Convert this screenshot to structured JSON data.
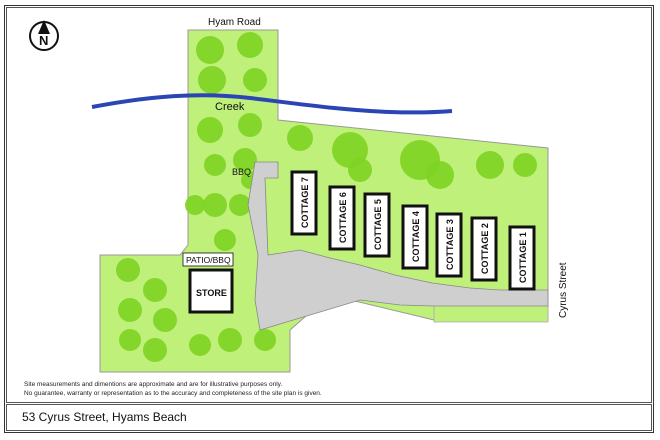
{
  "title": "53 Cyrus Street, Hyams Beach",
  "roads": {
    "north": "Hyam Road",
    "east": "Cyrus Street"
  },
  "creek_label": "Creek",
  "north_arrow": {
    "letter": "N",
    "icon": "north-arrow-icon"
  },
  "amenities": {
    "bbq": "BBQ",
    "patio": "PATIO/BBQ",
    "store": "STORE"
  },
  "cottages": [
    "COTTAGE 7",
    "COTTAGE 6",
    "COTTAGE 5",
    "COTTAGE 4",
    "COTTAGE 3",
    "COTTAGE 2",
    "COTTAGE 1"
  ],
  "disclaimer": {
    "line1": "Site measurements and dimentions are approximate and are for illustrative purposes only.",
    "line2": "No guarantee, warranty or representation as to the accuracy and completeness of the site plan is given."
  },
  "colors": {
    "grass": "#bff07a",
    "tree": "#7ed321",
    "driveway": "#cfcfcf",
    "creek": "#2b45b5",
    "building_outline": "#111111"
  }
}
